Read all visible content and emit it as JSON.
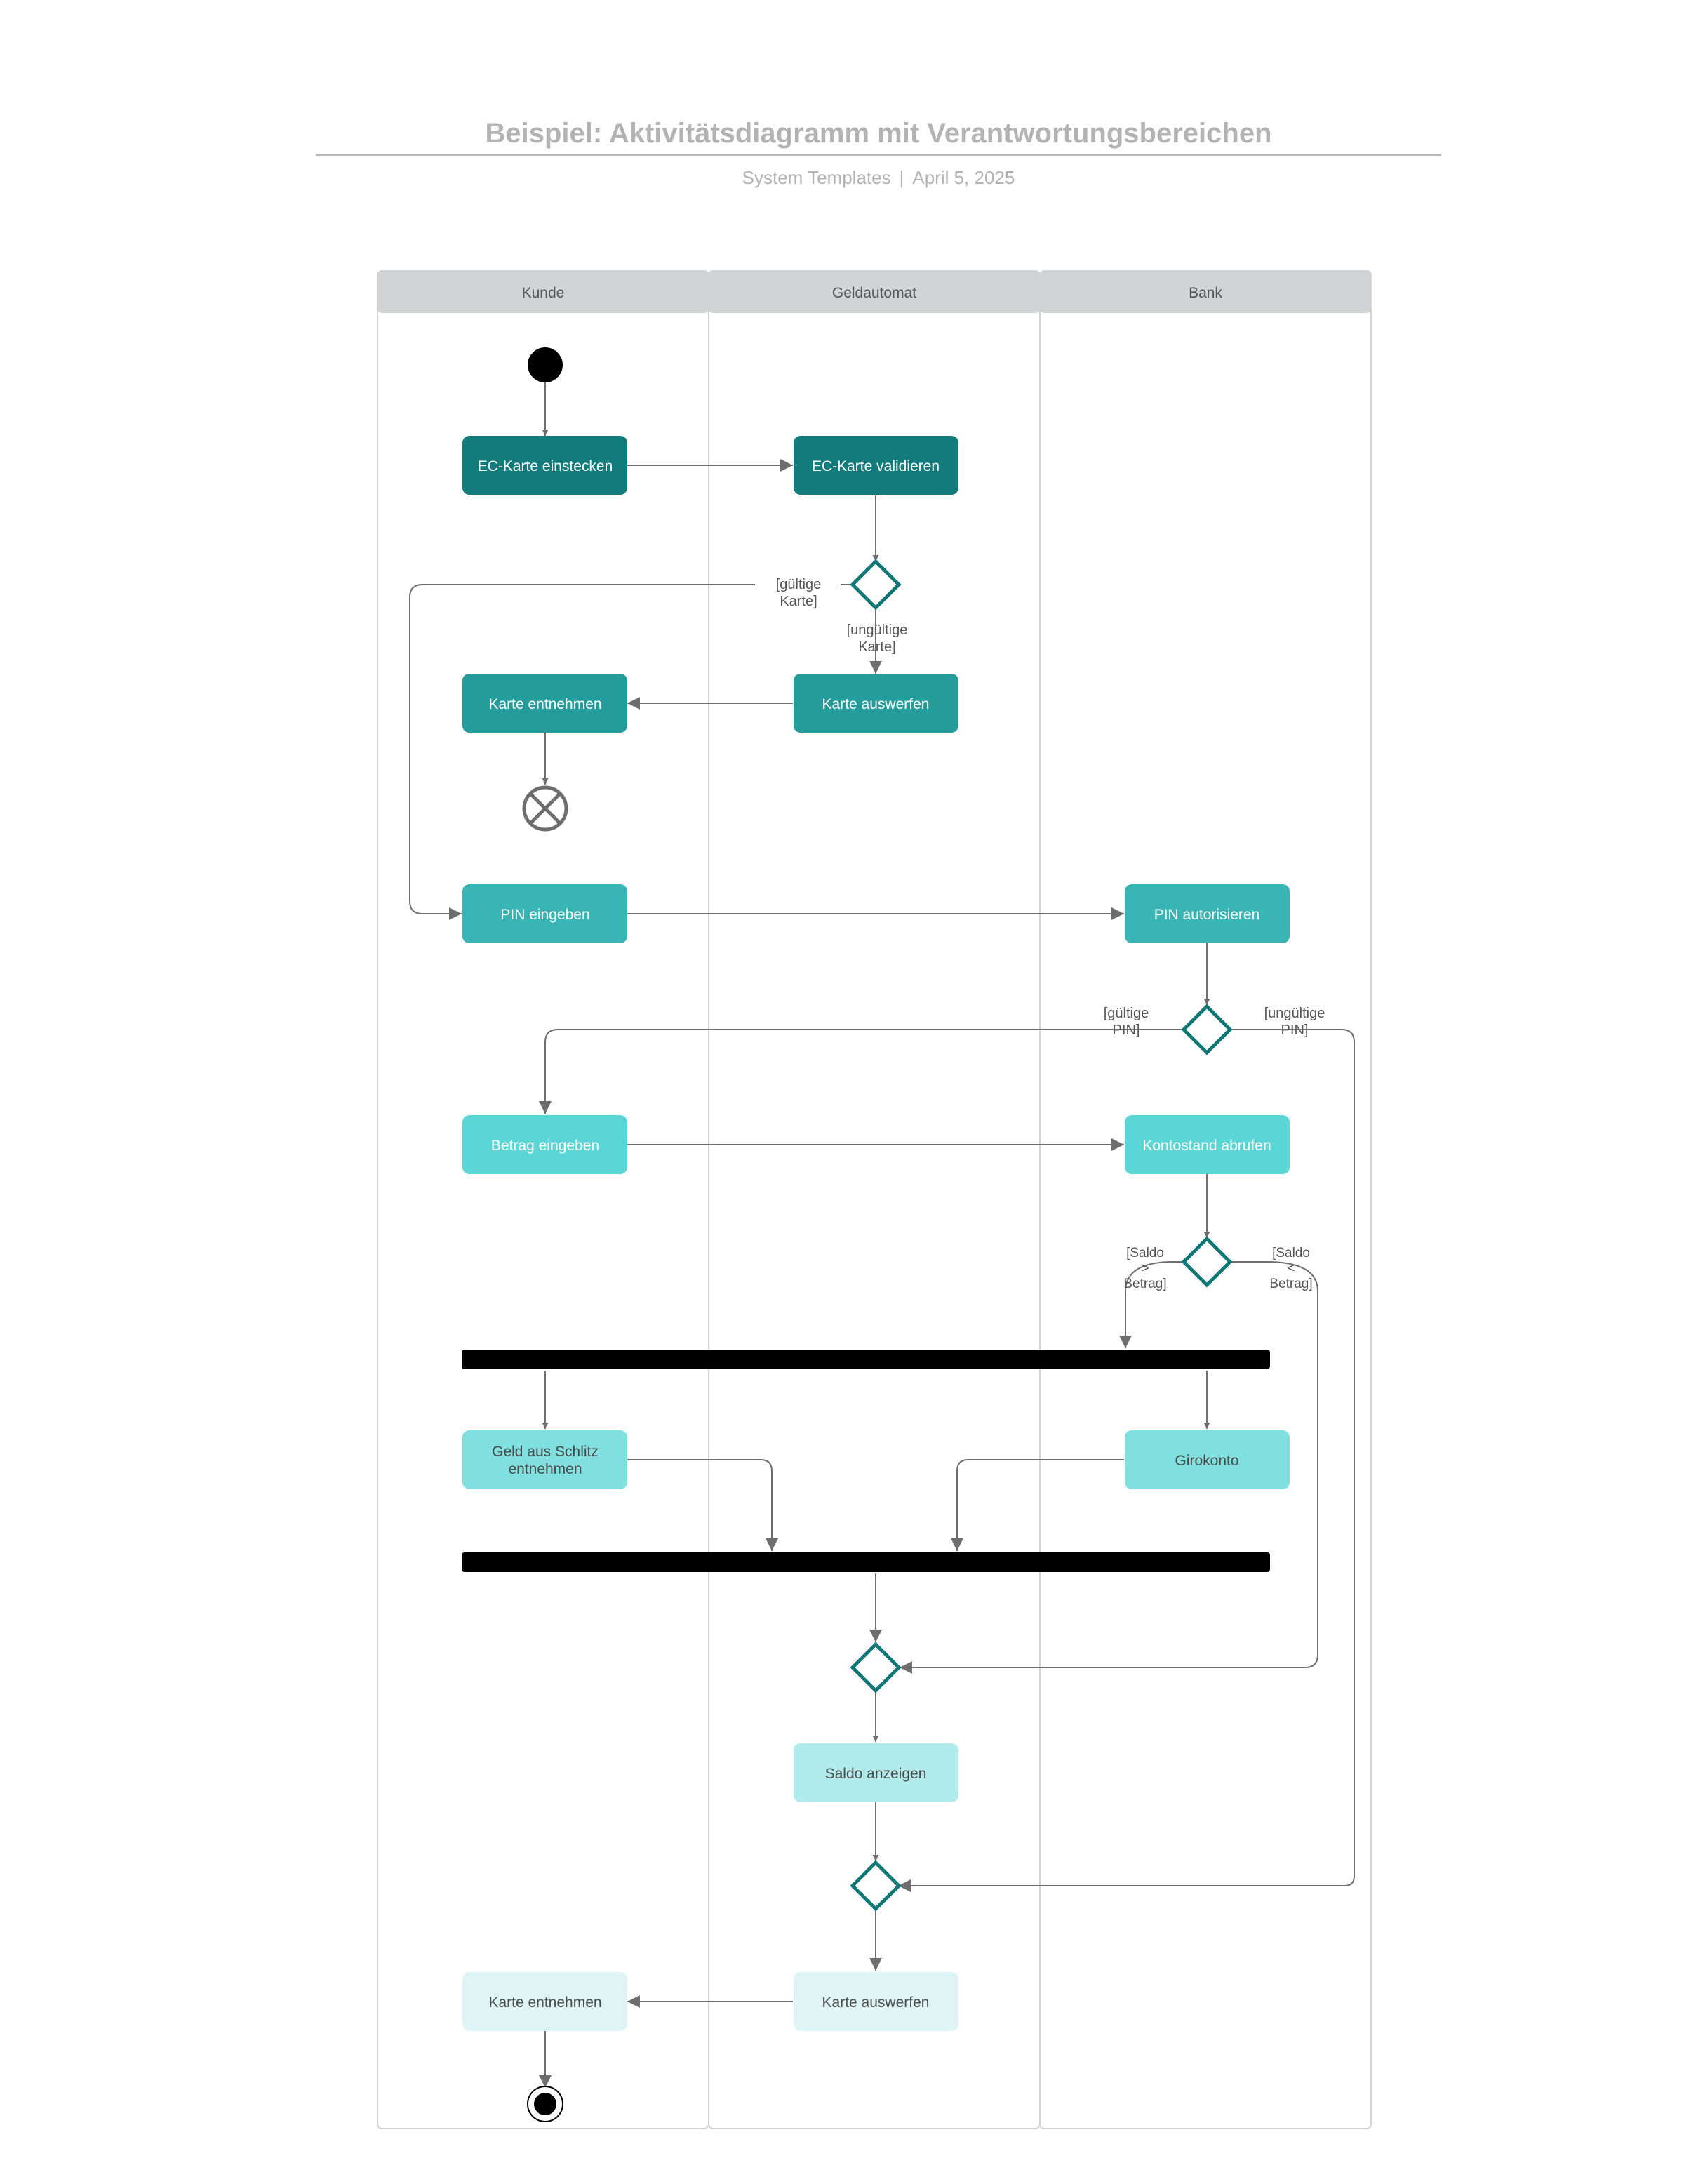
{
  "header": {
    "title": "Beispiel: Aktivitätsdiagramm mit Verantwortungsbereichen",
    "author": "System Templates",
    "separator": "|",
    "date": "April 5, 2025"
  },
  "lanes": [
    "Kunde",
    "Geldautomat",
    "Bank"
  ],
  "nodes": {
    "ec_karte_einstecken": "EC-Karte einstecken",
    "ec_karte_validieren": "EC-Karte validieren",
    "karte_auswerfen_1": "Karte auswerfen",
    "karte_entnehmen_1": "Karte entnehmen",
    "pin_eingeben": "PIN eingeben",
    "pin_autorisieren": "PIN autorisieren",
    "betrag_eingeben": "Betrag eingeben",
    "kontostand_abrufen": "Kontostand abrufen",
    "geld_entnehmen_line1": "Geld aus Schlitz",
    "geld_entnehmen_line2": "entnehmen",
    "girokonto": "Girokonto",
    "saldo_anzeigen": "Saldo anzeigen",
    "karte_auswerfen_2": "Karte auswerfen",
    "karte_entnehmen_2": "Karte entnehmen"
  },
  "guards": {
    "gueltige_karte": [
      "[gültige",
      "Karte]"
    ],
    "ungueltige_karte": [
      "[ungültige",
      "Karte]"
    ],
    "gueltige_pin": [
      "[gültige",
      "PIN]"
    ],
    "ungueltige_pin": [
      "[ungültige",
      "PIN]"
    ],
    "saldo_groesser": [
      "[Saldo",
      ">",
      "Betrag]"
    ],
    "saldo_kleiner": [
      "[Saldo",
      "<",
      "Betrag]"
    ]
  },
  "colors": {
    "lane_header": "#d2d3d5",
    "lane_border": "#d4d4d4",
    "node_dark": "#127b7b",
    "node_teal": "#249c9c",
    "node_mid": "#3ab5b5",
    "node_light": "#5ad6d6",
    "node_lighter": "#80e0e0",
    "node_pale": "#b1ebeb",
    "node_palest": "#dff5f5",
    "decision_stroke": "#107676",
    "edge": "#6e6e6e",
    "title_text": "#b3b3b3"
  }
}
